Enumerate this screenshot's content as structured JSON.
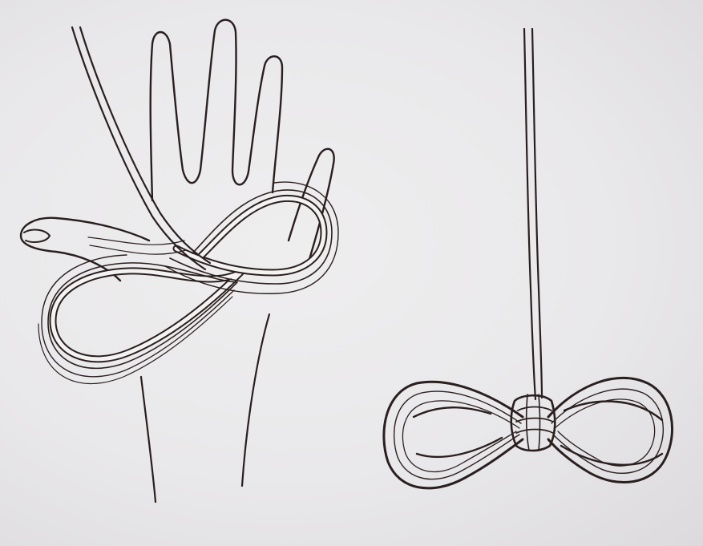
{
  "figure": {
    "panels": [
      {
        "id": "left",
        "name": "winding-around-hand",
        "ink_color": "#2a1f1f"
      },
      {
        "id": "right",
        "name": "tied-figure-eight-bundle",
        "ink_color": "#2a1f1f"
      }
    ],
    "colors": {
      "paper": "#ecebec",
      "ink": "#2a1f1f",
      "band": "#f4f3f3"
    }
  }
}
